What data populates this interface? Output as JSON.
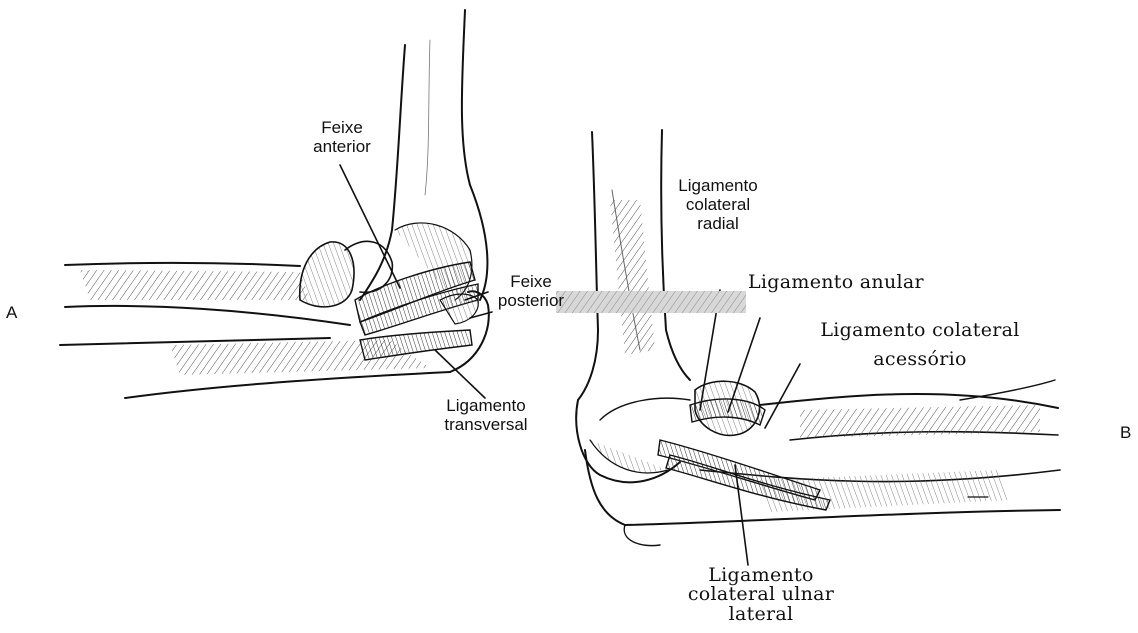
{
  "panels": {
    "a": {
      "letter": "A"
    },
    "b": {
      "letter": "B"
    }
  },
  "labels_a": {
    "feixe_anterior": [
      "Feixe",
      "anterior"
    ],
    "feixe_posterior": [
      "Feixe",
      "posterior"
    ],
    "ligamento_transversal": [
      "Ligamento",
      "transversal"
    ]
  },
  "labels_b": {
    "colateral_radial": [
      "Ligamento",
      "colateral",
      "radial"
    ],
    "anular": [
      "Ligamento anular"
    ],
    "colateral_acessorio": [
      "Ligamento colateral",
      "acessório"
    ],
    "colateral_ulnar_lateral": [
      "Ligamento",
      "colateral ulnar",
      "lateral"
    ]
  },
  "style": {
    "ink": "#111111",
    "hatch": "#555555",
    "label_band": "#d8d8d8"
  }
}
